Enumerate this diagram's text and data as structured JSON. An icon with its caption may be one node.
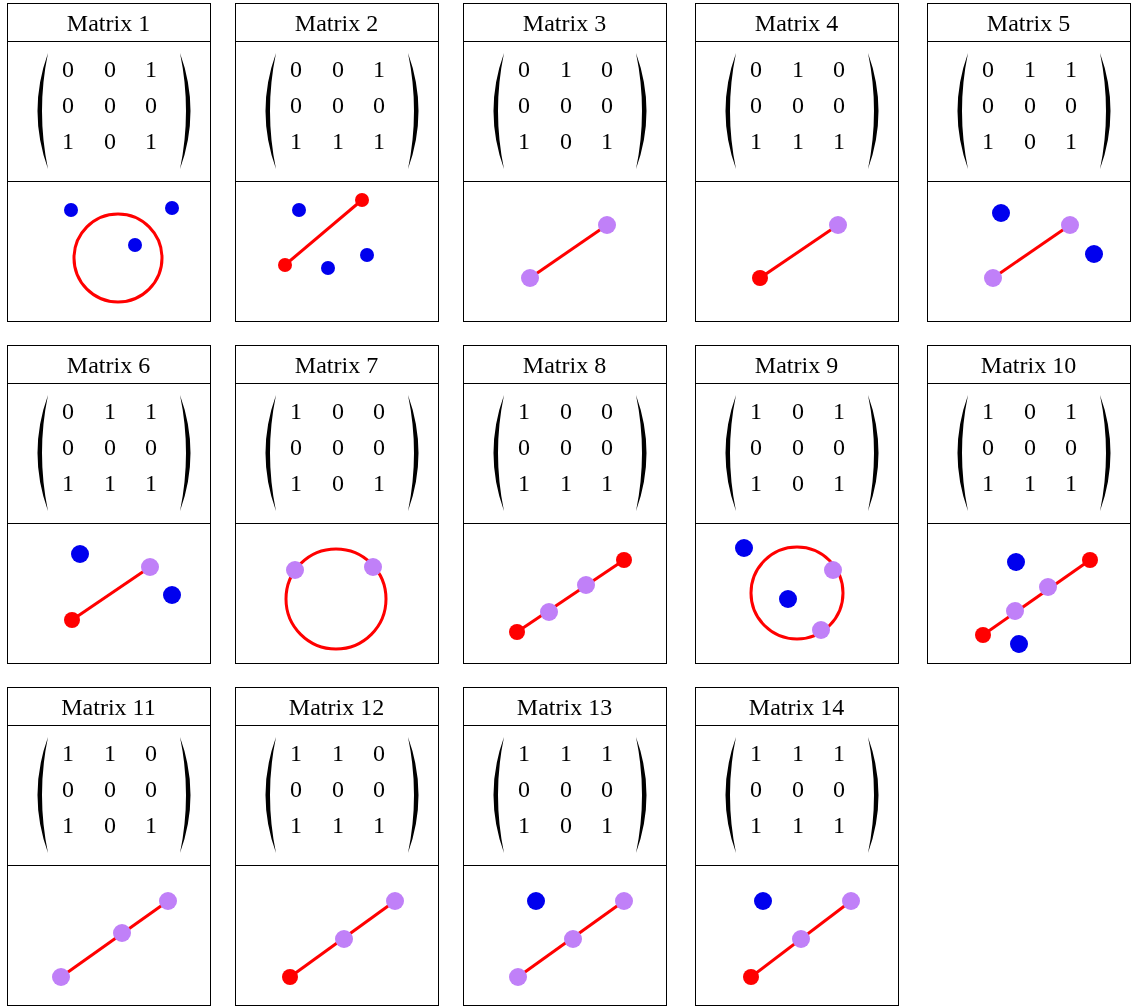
{
  "diagram": {
    "labels": [
      "Matrix 1",
      "0",
      "0",
      "1",
      "0",
      "0",
      "0",
      "1",
      "0",
      "1",
      "Matrix 2",
      "0",
      "0",
      "1",
      "0",
      "0",
      "0",
      "1",
      "1",
      "1",
      "Matrix 3",
      "0",
      "1",
      "0",
      "0",
      "0",
      "0",
      "1",
      "0",
      "1",
      "Matrix 4",
      "0",
      "1",
      "0",
      "0",
      "0",
      "0",
      "1",
      "1",
      "1",
      "Matrix 5",
      "0",
      "1",
      "1",
      "0",
      "0",
      "0",
      "1",
      "0",
      "1",
      "Matrix 6",
      "0",
      "1",
      "1",
      "0",
      "0",
      "0",
      "1",
      "1",
      "1",
      "Matrix 7",
      "1",
      "0",
      "0",
      "0",
      "0",
      "0",
      "1",
      "0",
      "1",
      "Matrix 8",
      "1",
      "0",
      "0",
      "0",
      "0",
      "0",
      "1",
      "1",
      "1",
      "Matrix 9",
      "1",
      "0",
      "1",
      "0",
      "0",
      "0",
      "1",
      "0",
      "1",
      "Matrix 10",
      "1",
      "0",
      "1",
      "0",
      "0",
      "0",
      "1",
      "1",
      "1",
      "Matrix 11",
      "1",
      "1",
      "0",
      "0",
      "0",
      "0",
      "1",
      "0",
      "1",
      "Matrix 12",
      "1",
      "1",
      "0",
      "0",
      "0",
      "0",
      "1",
      "1",
      "1",
      "Matrix 13",
      "1",
      "1",
      "1",
      "0",
      "0",
      "0",
      "1",
      "0",
      "1",
      "Matrix 14",
      "1",
      "1",
      "1",
      "0",
      "0",
      "0",
      "1",
      "1",
      "1"
    ]
  }
}
